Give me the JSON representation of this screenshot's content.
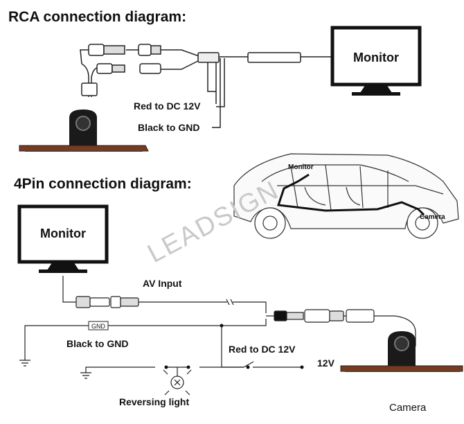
{
  "rca": {
    "title": "RCA  connection diagram:",
    "monitor": "Monitor",
    "red": "Red to DC 12V",
    "black": "Black to GND"
  },
  "pin4": {
    "title": "4Pin connection diagram:",
    "monitor": "Monitor",
    "av": "AV Input",
    "gnd_tag": "GND",
    "black": "Black to GND",
    "red": "Red to DC 12V",
    "v12": "12V",
    "reversing": "Reversing light",
    "camera": "Camera"
  },
  "car": {
    "monitor": "Monitor",
    "camera": "Camera"
  },
  "watermark": "LEADSIGN"
}
